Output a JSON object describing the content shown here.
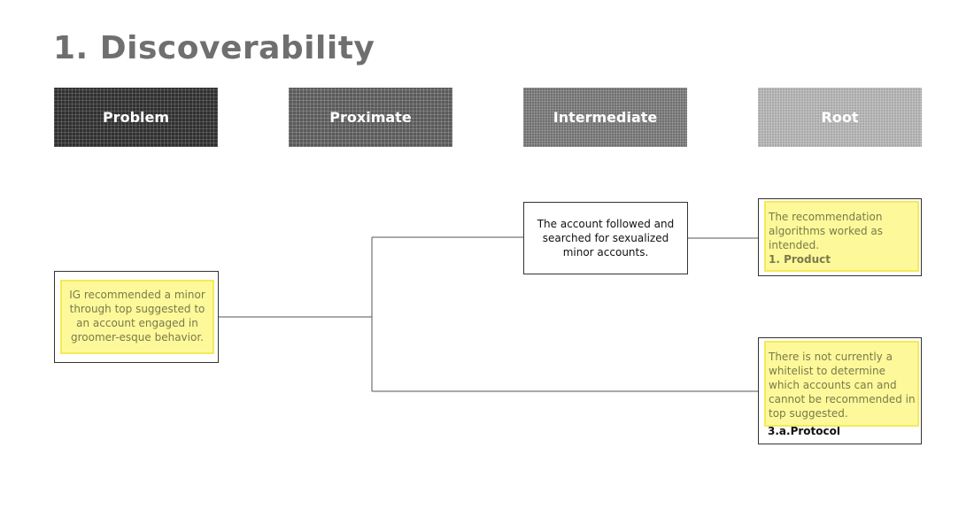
{
  "title": "1. Discoverability",
  "headers": {
    "problem": "Problem",
    "proximate": "Proximate",
    "intermediate": "Intermediate",
    "root": "Root"
  },
  "nodes": {
    "problem": "IG recommended  a minor through top suggested to an account engaged in groomer-esque  behavior.",
    "intermediate": "The account followed and searched for sexualized minor accounts.",
    "root1": {
      "text": "The recommendation algorithms worked as intended.",
      "tag": "1. Product"
    },
    "root2": {
      "text": "There is not currently a whitelist to determine  which accounts can and cannot be recommended  in top suggested.",
      "tag": "3.a.Protocol"
    }
  },
  "colors": {
    "highlight": "#fdf99a",
    "highlight_border": "#f4ea5a",
    "title": "#6f6f6f"
  }
}
